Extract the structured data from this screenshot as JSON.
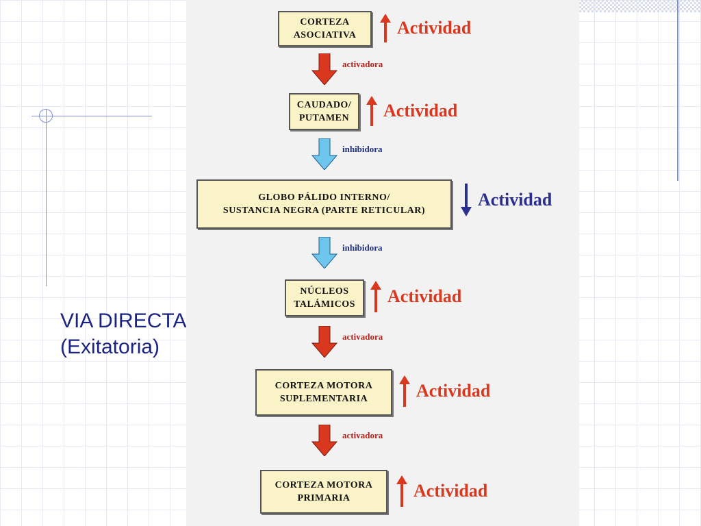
{
  "slide": {
    "title_line1": "VIA DIRECTA",
    "title_line2": "(Exitatoria)"
  },
  "flow": {
    "nodes": [
      {
        "line1": "CORTEZA",
        "line2": "ASOCIATIVA",
        "activity": "Actividad",
        "direction": "up"
      },
      {
        "line1": "CAUDADO/",
        "line2": "PUTAMEN",
        "activity": "Actividad",
        "direction": "up"
      },
      {
        "line1": "GLOBO PÁLIDO INTERNO/",
        "line2": "SUSTANCIA NEGRA (PARTE RETICULAR)",
        "activity": "Actividad",
        "direction": "down"
      },
      {
        "line1": "NÚCLEOS",
        "line2": "TALÁMICOS",
        "activity": "Actividad",
        "direction": "up"
      },
      {
        "line1": "CORTEZA MOTORA",
        "line2": "SUPLEMENTARIA",
        "activity": "Actividad",
        "direction": "up"
      },
      {
        "line1": "CORTEZA MOTORA",
        "line2": "PRIMARIA",
        "activity": "Actividad",
        "direction": "up"
      }
    ],
    "connectors": [
      {
        "label": "activadora",
        "type": "activating"
      },
      {
        "label": "inhibidora",
        "type": "inhibitory"
      },
      {
        "label": "inhibidora",
        "type": "inhibitory"
      },
      {
        "label": "activadora",
        "type": "activating"
      },
      {
        "label": "activadora",
        "type": "activating"
      }
    ]
  },
  "colors": {
    "activating_arrow": "#d9381e",
    "inhibitory_arrow": "#6ec6ee",
    "activity_up": "#d9381e",
    "activity_down": "#2a2f8f",
    "box_fill": "#fbf3c8",
    "title_text": "#1b2480"
  },
  "icons": {
    "activity_up": "arrow-up-icon",
    "activity_down": "arrow-down-icon",
    "activating_connector": "arrow-down-red-icon",
    "inhibitory_connector": "arrow-down-blue-icon"
  }
}
